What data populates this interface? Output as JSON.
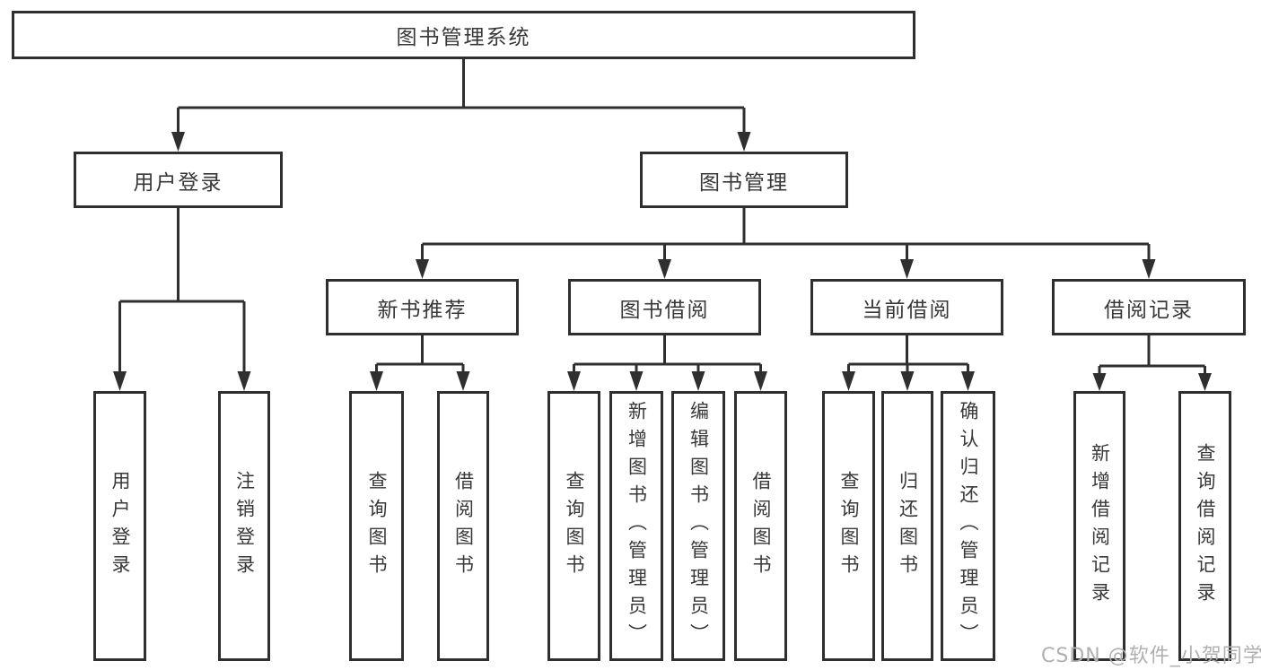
{
  "diagram": {
    "root": {
      "label": "图书管理系统"
    },
    "level2": [
      {
        "label": "用户登录"
      },
      {
        "label": "图书管理"
      }
    ],
    "level3": [
      {
        "label": "新书推荐"
      },
      {
        "label": "图书借阅"
      },
      {
        "label": "当前借阅"
      },
      {
        "label": "借阅记录"
      }
    ],
    "leaves": {
      "user_login": [
        "用户登录",
        "注销登录"
      ],
      "new_book_recommendation": [
        "查询图书",
        "借阅图书"
      ],
      "book_borrowing": [
        "查询图书",
        "新增图书（管理员）",
        "编辑图书（管理员）",
        "借阅图书"
      ],
      "current_borrowing": [
        "查询图书",
        "归还图书",
        "确认归还（管理员）"
      ],
      "borrowing_records": [
        "新增借阅记录",
        "查询借阅记录"
      ]
    }
  },
  "watermark": {
    "text": "CSDN @软件_小贺同学"
  },
  "colors": {
    "line": "#2f2f2f",
    "text": "#383838",
    "watermark": "#b0b0b0",
    "background": "#ffffff"
  }
}
